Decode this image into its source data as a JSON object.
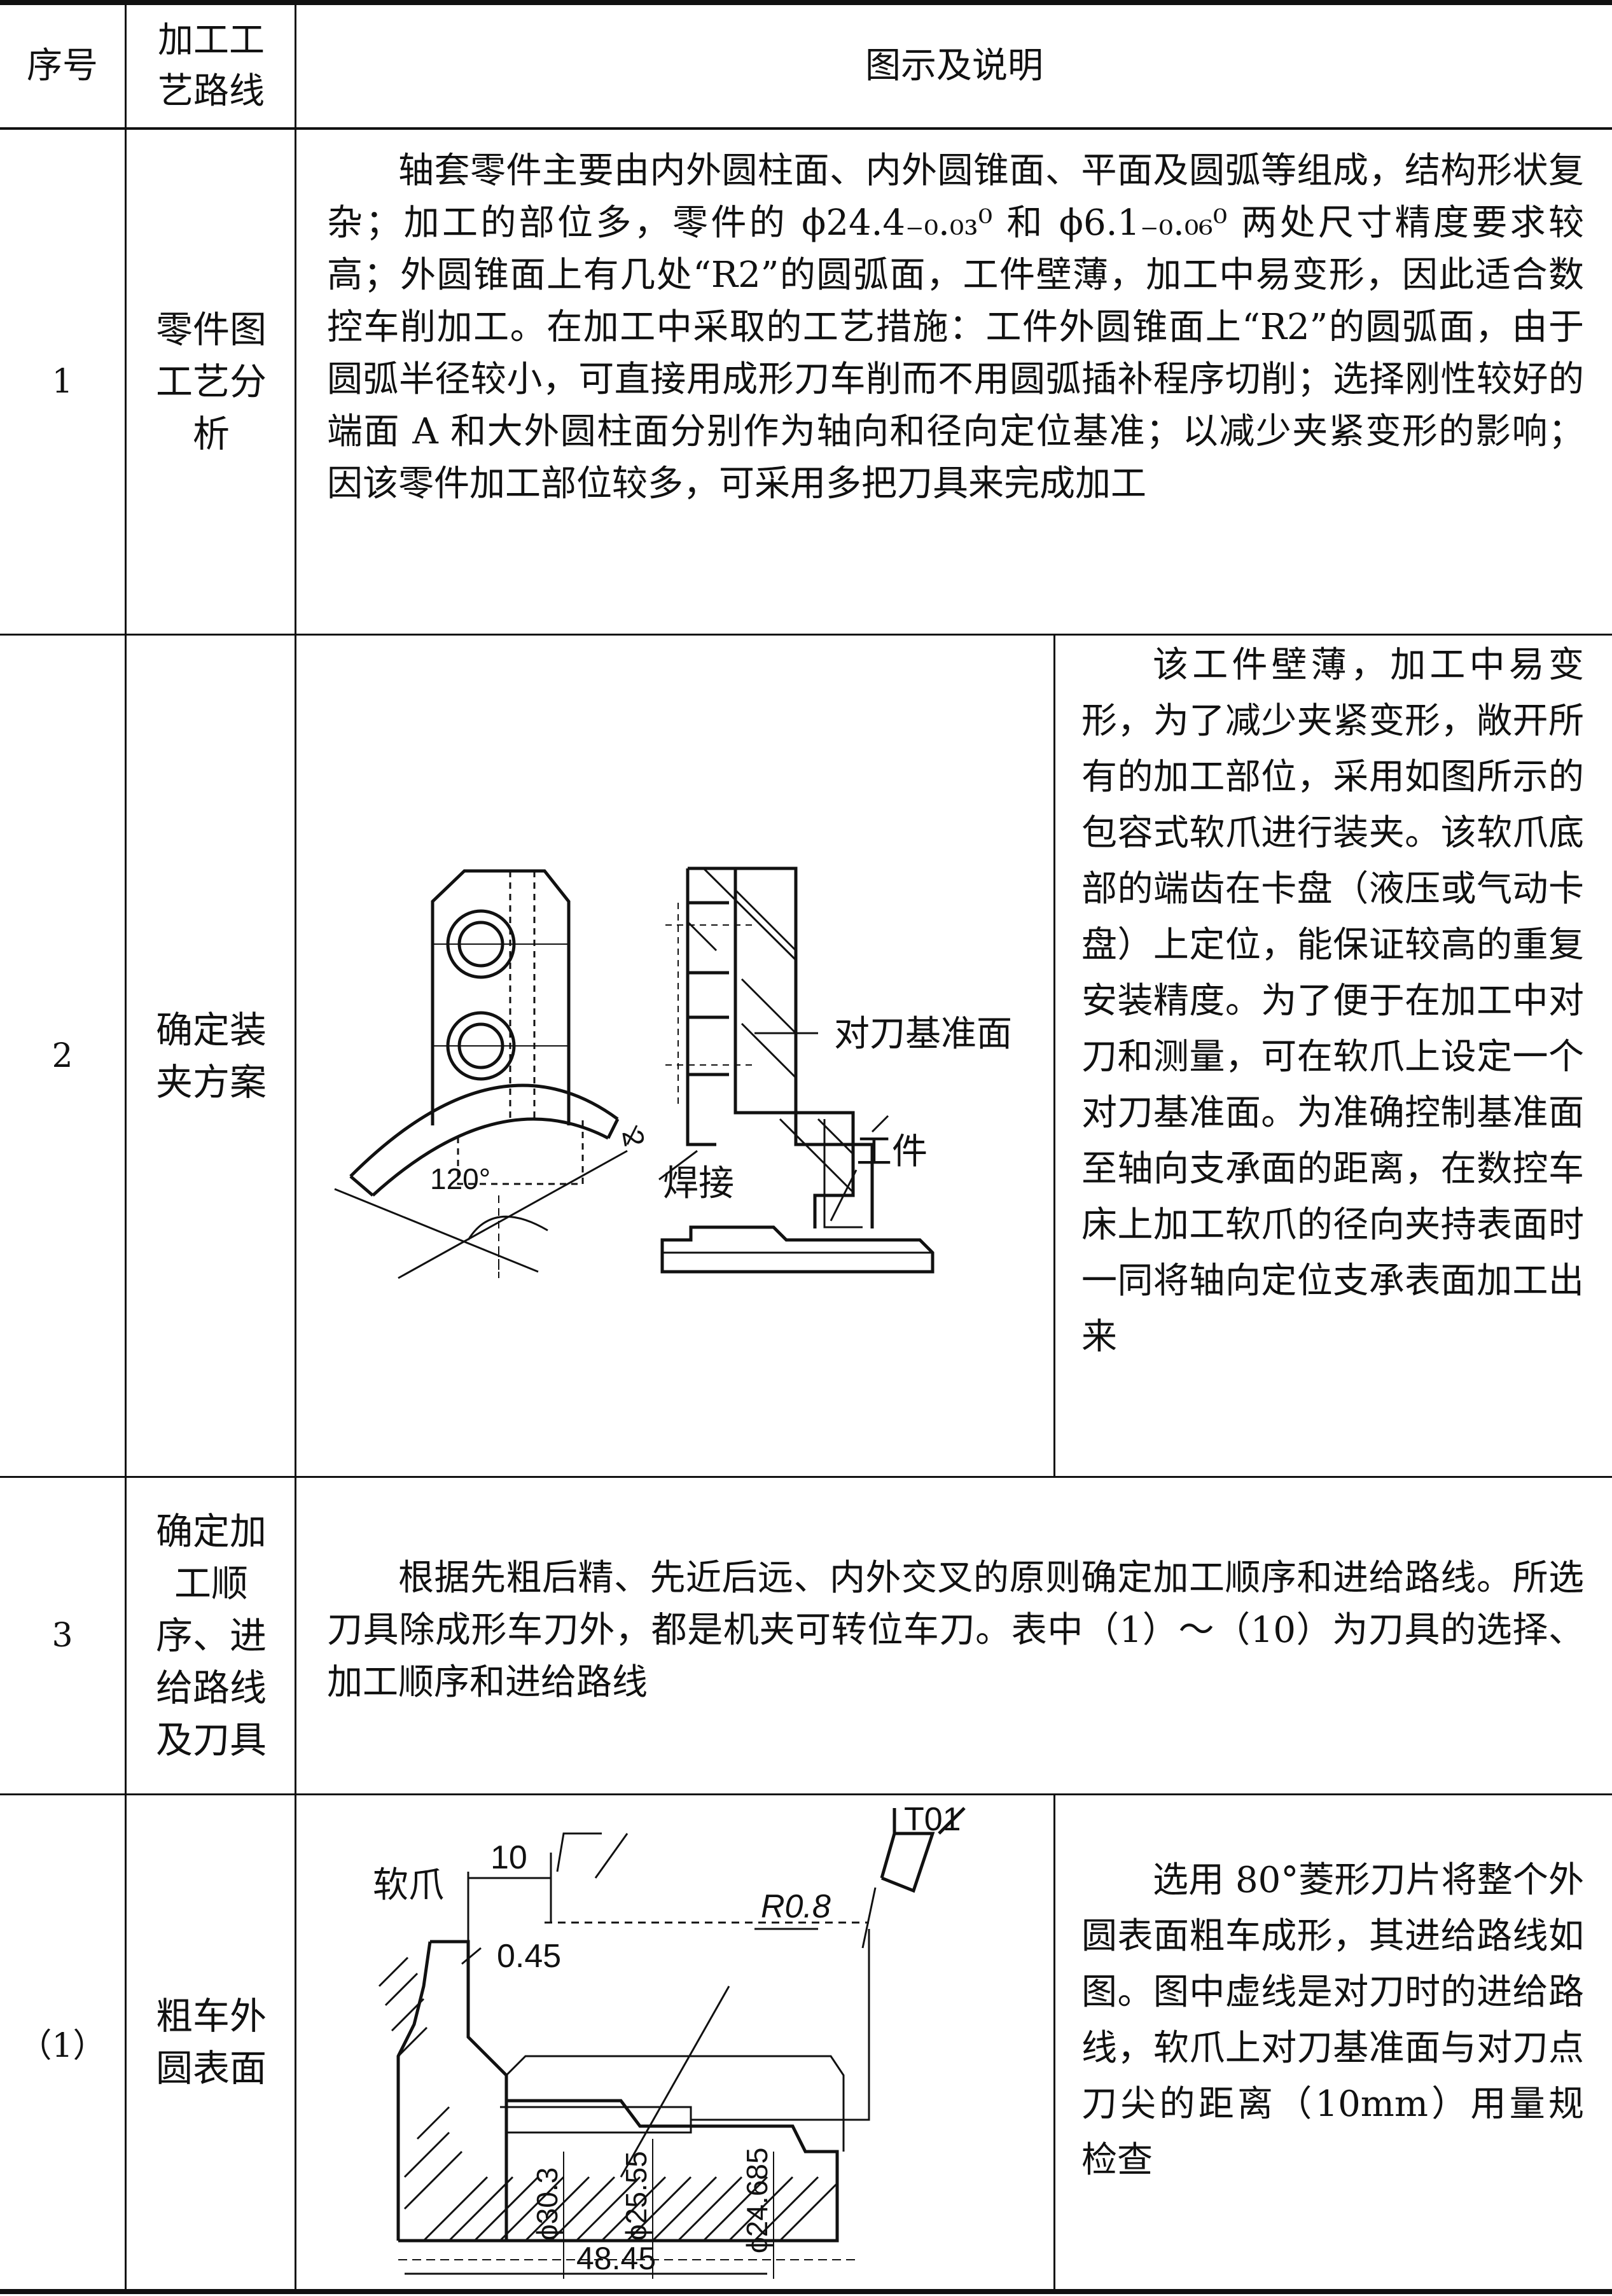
{
  "table": {
    "header": {
      "col_no": "序号",
      "col_route": "加工工艺路线",
      "col_desc": "图示及说明"
    },
    "rows": [
      {
        "no": "1",
        "route": "零件图工艺分析",
        "desc": "轴套零件主要由内外圆柱面、内外圆锥面、平面及圆弧等组成，结构形状复杂；加工的部位多，零件的 ϕ24.4₋₀.₀₃⁰ 和 ϕ6.1₋₀.₀₆⁰ 两处尺寸精度要求较高；外圆锥面上有几处“R2”的圆弧面，工件壁薄，加工中易变形，因此适合数控车削加工。在加工中采取的工艺措施：工件外圆锥面上“R2”的圆弧面，由于圆弧半径较小，可直接用成形刀车削而不用圆弧插补程序切削；选择刚性较好的端面 A 和大外圆柱面分别作为轴向和径向定位基准；以减少夹紧变形的影响；因该零件加工部位较多，可采用多把刀具来完成加工"
      },
      {
        "no": "2",
        "route": "确定装夹方案",
        "desc": "该工件壁薄，加工中易变形，为了减少夹紧变形，敞开所有的加工部位，采用如图所示的包容式软爪进行装夹。该软爪底部的端齿在卡盘（液压或气动卡盘）上定位，能保证较高的重复安装精度。为了便于在加工中对刀和测量，可在软爪上设定一个对刀基准面。为准确控制基准面至轴向支承面的距离，在数控车床上加工软爪的径向夹持表面时一同将轴向定位支承表面加工出来",
        "figure": {
          "angle": "120°",
          "r_mark": "2",
          "label_ref": "对刀基准面",
          "label_work": "工件",
          "label_weld": "焊接"
        }
      },
      {
        "no": "3",
        "route": "确定加工顺序、进给路线及刀具",
        "desc": "根据先粗后精、先近后远、内外交叉的原则确定加工顺序和进给路线。所选刀具除成形车刀外，都是机夹可转位车刀。表中（1）～（10）为刀具的选择、加工顺序和进给路线"
      },
      {
        "no": "（1）",
        "route": "粗车外圆表面",
        "desc": "选用 80°菱形刀片将整个外圆表面粗车成形，其进给路线如图。图中虚线是对刀时的进给路线，软爪上对刀基准面与对刀点刀尖的距离（10mm）用量规检查",
        "figure": {
          "label_jaw": "软爪",
          "dim_10": "10",
          "tool": "T01",
          "r08": "R0.8",
          "dim_045": "0.45",
          "d303": "ϕ30.3",
          "d2555": "ϕ25.55",
          "d24685": "ϕ24.685",
          "dim_4845": "48.45"
        }
      }
    ]
  }
}
